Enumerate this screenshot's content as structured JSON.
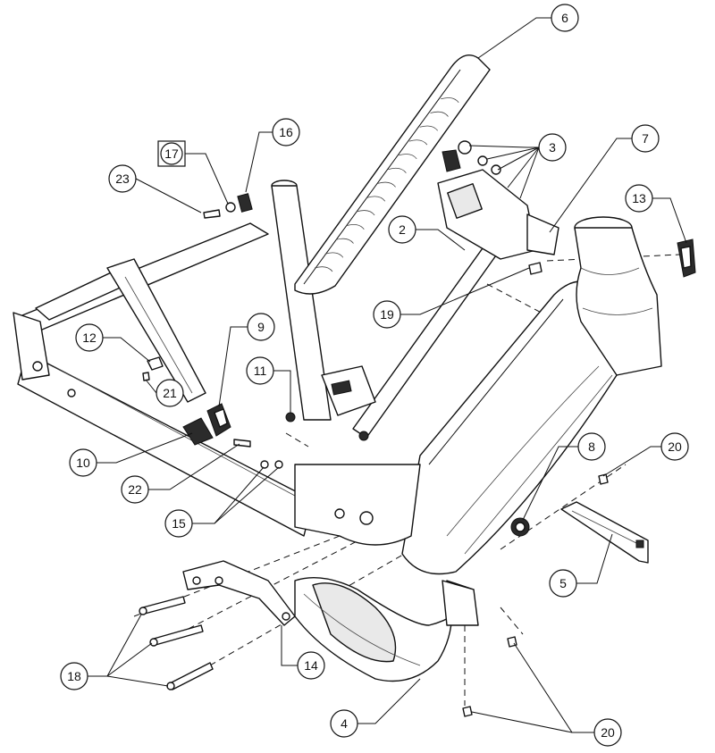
{
  "diagram": {
    "highlight_color": "#f5e800",
    "callouts": [
      {
        "id": "c6",
        "label": "6"
      },
      {
        "id": "c16",
        "label": "16"
      },
      {
        "id": "c17",
        "label": "17"
      },
      {
        "id": "c23",
        "label": "23"
      },
      {
        "id": "c3",
        "label": "3"
      },
      {
        "id": "c7",
        "label": "7"
      },
      {
        "id": "c2",
        "label": "2"
      },
      {
        "id": "c13",
        "label": "13"
      },
      {
        "id": "c19",
        "label": "19"
      },
      {
        "id": "c9",
        "label": "9"
      },
      {
        "id": "c12",
        "label": "12"
      },
      {
        "id": "c11",
        "label": "11"
      },
      {
        "id": "c21",
        "label": "21"
      },
      {
        "id": "c8",
        "label": "8"
      },
      {
        "id": "c20a",
        "label": "20"
      },
      {
        "id": "c10",
        "label": "10"
      },
      {
        "id": "c22",
        "label": "22"
      },
      {
        "id": "c15",
        "label": "15"
      },
      {
        "id": "c5",
        "label": "5"
      },
      {
        "id": "c14",
        "label": "14"
      },
      {
        "id": "c18",
        "label": "18"
      },
      {
        "id": "c4",
        "label": "4"
      },
      {
        "id": "c20b",
        "label": "20"
      }
    ]
  }
}
